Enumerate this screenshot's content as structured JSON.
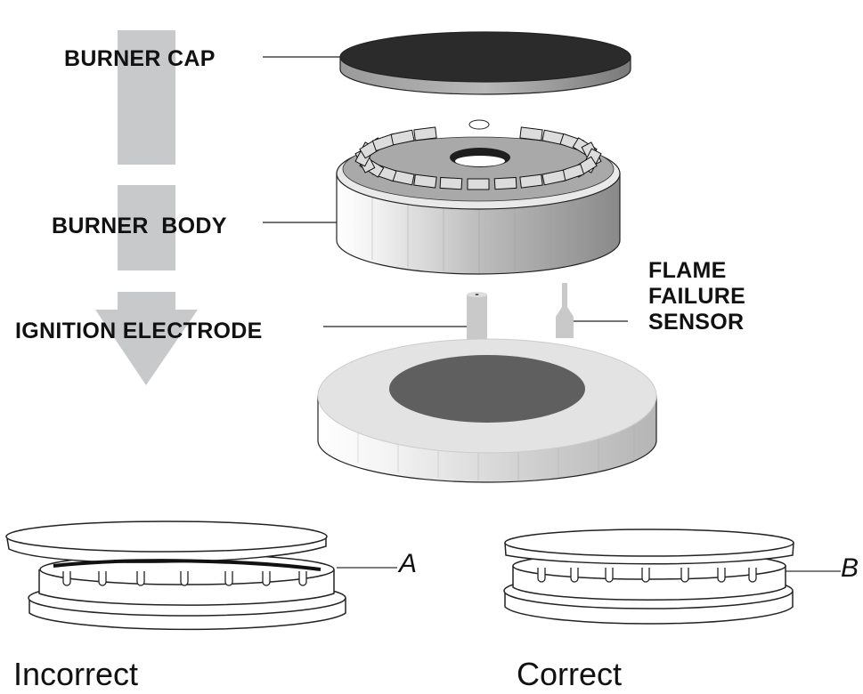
{
  "diagram": {
    "title": "Gas burner assembly",
    "parts": [
      {
        "id": "burner-cap",
        "label": "BURNER CAP"
      },
      {
        "id": "burner-body",
        "label": "BURNER  BODY"
      },
      {
        "id": "ignition-electrode",
        "label": "IGNITION ELECTRODE"
      },
      {
        "id": "flame-failure-sensor",
        "label_lines": [
          "FLAME",
          "FAILURE",
          "SENSOR"
        ]
      }
    ],
    "assembly_arrow": {
      "direction": "down",
      "color": "#c8c9cb"
    },
    "comparison": [
      {
        "caption": "Incorrect",
        "marker": "A"
      },
      {
        "caption": "Correct",
        "marker": "B"
      }
    ],
    "colors": {
      "cap_top": "#2b2b2b",
      "cap_rim": "#8d8d8d",
      "body_top": "#a9a9a9",
      "body_side_light": "#f2f2f2",
      "body_side_dark": "#8a8a8a",
      "port_fill": "#dcdcdc",
      "base_top": "#e3e3e3",
      "base_hole": "#5f5f5f",
      "line": "#222222"
    }
  }
}
